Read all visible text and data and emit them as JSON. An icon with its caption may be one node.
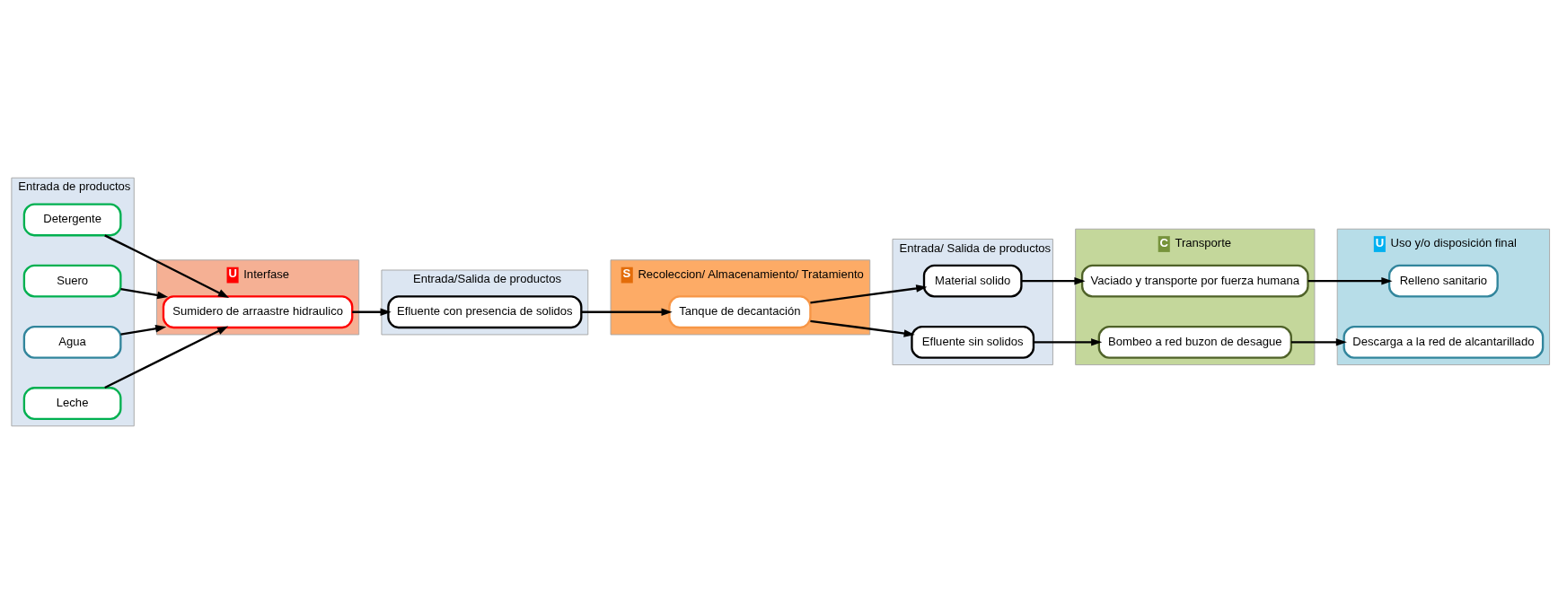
{
  "diagram": {
    "nodes": [
      {
        "text": [
          "Entrada de productos"
        ]
      },
      {
        "text": [
          "Detergente"
        ],
        "in": 0
      },
      {
        "text": [
          "Suero"
        ],
        "in": 0
      },
      {
        "text": [
          "Agua"
        ],
        "in": 0
      },
      {
        "text": [
          "Leche"
        ],
        "in": 0
      },
      {
        "text": [
          "U",
          "Interfase"
        ]
      },
      {
        "text": [
          "Sumidero de arraastre hidraulico"
        ],
        "in": 5
      },
      {
        "text": [
          "Entrada/Salida de productos"
        ]
      },
      {
        "text": [
          "Efluente con presencia de solidos"
        ],
        "in": 7
      },
      {
        "text": [
          "S",
          "Recoleccion/ Almacenamiento/ Tratamiento"
        ]
      },
      {
        "text": [
          "Tanque de decantación"
        ],
        "in": 9
      },
      {
        "text": [
          "Entrada/ Salida de productos"
        ]
      },
      {
        "text": [
          "Material solido"
        ],
        "in": 11
      },
      {
        "text": [
          "Efluente sin solidos"
        ],
        "in": 11
      },
      {
        "text": [
          "C",
          "Transporte"
        ]
      },
      {
        "text": [
          "Vaciado y transporte por fuerza humana"
        ],
        "in": 14
      },
      {
        "text": [
          "Bombeo a red buzon de desague"
        ],
        "in": 14
      },
      {
        "text": [
          "U",
          "Uso y/o disposición final"
        ]
      },
      {
        "text": [
          "Relleno sanitario"
        ],
        "in": 17
      },
      {
        "text": [
          "Descarga a la red de alcantarillado"
        ],
        "in": 17
      }
    ],
    "edges": [
      {
        "from": 1,
        "to": 6,
        "arrow": "to"
      },
      {
        "from": 2,
        "to": 6,
        "arrow": "to"
      },
      {
        "from": 3,
        "to": 6,
        "arrow": "to"
      },
      {
        "from": 4,
        "to": 6,
        "arrow": "to"
      },
      {
        "from": 6,
        "to": 8,
        "arrow": "to"
      },
      {
        "from": 8,
        "to": 10,
        "arrow": "to"
      },
      {
        "from": 10,
        "to": 12,
        "arrow": "to"
      },
      {
        "from": 10,
        "to": 13,
        "arrow": "to"
      },
      {
        "from": 12,
        "to": 15,
        "arrow": "to"
      },
      {
        "from": 13,
        "to": 16,
        "arrow": "to"
      },
      {
        "from": 15,
        "to": 18,
        "arrow": "to"
      },
      {
        "from": 16,
        "to": 19,
        "arrow": "to"
      }
    ]
  }
}
